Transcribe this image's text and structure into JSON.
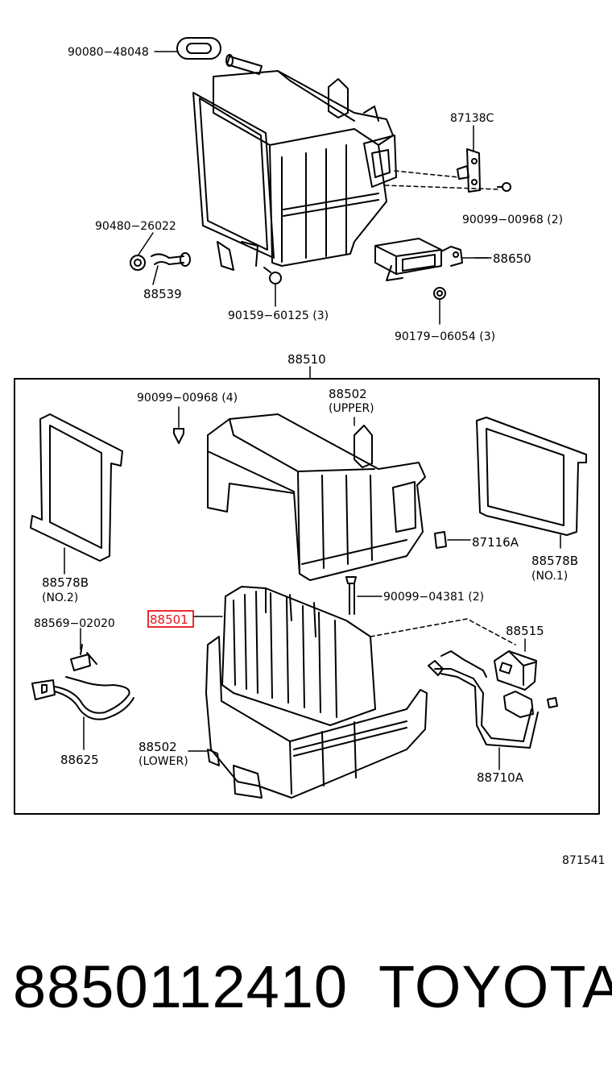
{
  "top_labels": {
    "p90080": "90080−48048",
    "p87138": "87138C",
    "p90480": "90480−26022",
    "p90099a": "90099−00968 (2)",
    "p88539": "88539",
    "p88650": "88650",
    "p90159": "90159−60125 (3)",
    "p90179": "90179−06054 (3)"
  },
  "box_label": "88510",
  "box_labels": {
    "p90099b": "90099−00968 (4)",
    "p88502u": "88502",
    "upper": "(UPPER)",
    "p88578b2": "88578B",
    "no2": "(NO.2)",
    "p87116": "87116A",
    "p88578b1": "88578B",
    "no1": "(NO.1)",
    "p90099c": "90099−04381 (2)",
    "p88569": "88569−02020",
    "p88501": "88501",
    "p88515": "88515",
    "p88625": "88625",
    "p88502l": "88502",
    "lower": "(LOWER)",
    "p88710": "88710A"
  },
  "figure_id": "871541",
  "footer": {
    "part_number": "8850112410",
    "brand": "TOYOTA"
  },
  "colors": {
    "highlight": "#e8141c",
    "line": "#000000"
  }
}
